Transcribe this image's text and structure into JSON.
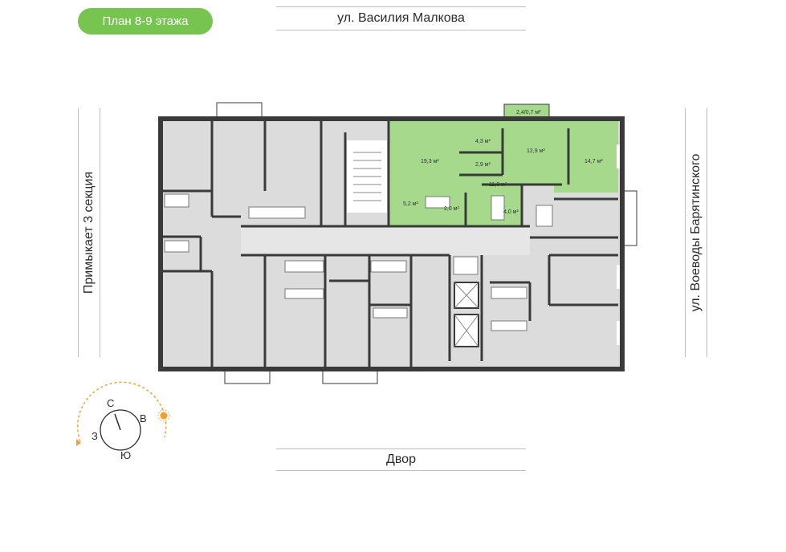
{
  "floor_badge": "План 8-9 этажа",
  "streets": {
    "top": "ул. Василия Малкова",
    "bottom": "Двор",
    "left": "Примыкает 3 секция",
    "right": "ул. Воеводы Барятинского"
  },
  "areas": {
    "room_19": "19,3 м²",
    "room_4_3": "4,3 м²",
    "balcony": "2,4/0,7 м²",
    "room_12": "12,9 м²",
    "room_14": "14,7 м²",
    "room_2_9": "2,9 м²",
    "room_11": "11,3 м²",
    "room_5": "5,2 м²",
    "room_2_0": "2,0 м²",
    "room_4_0": "4,0 м²"
  },
  "compass": {
    "north": "С",
    "east": "В",
    "south": "Ю",
    "west": "З"
  },
  "colors": {
    "highlight": "#a6d98b",
    "wall": "#3a3a3a",
    "room": "#dcdcdc",
    "badge": "#77c451",
    "sun": "#f0a030"
  }
}
